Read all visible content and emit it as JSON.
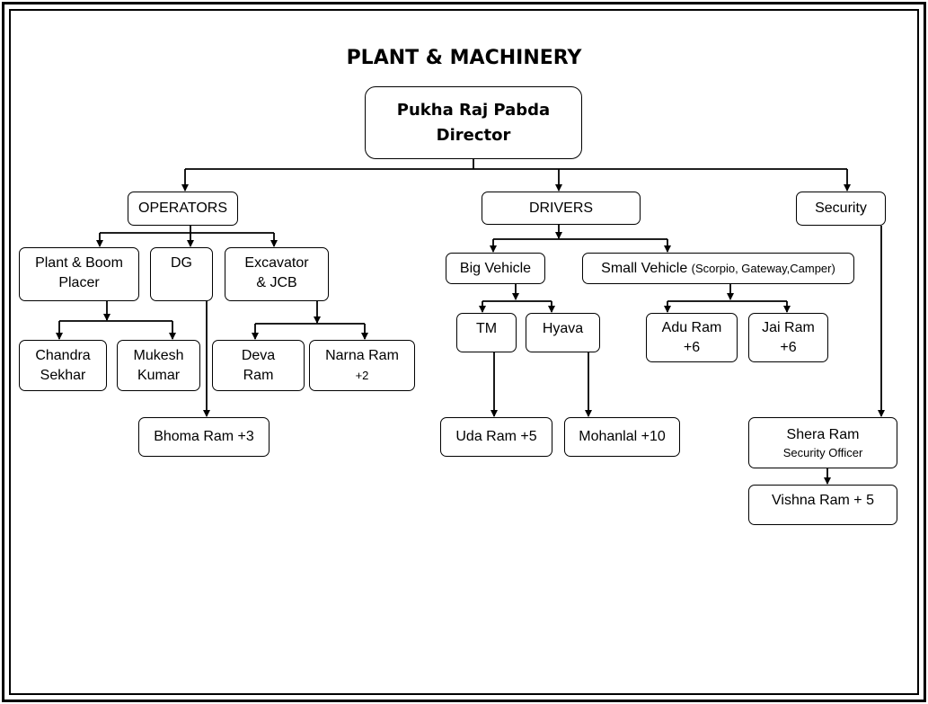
{
  "title": "PLANT & MACHINERY",
  "director": {
    "name": "Pukha Raj Pabda",
    "role": "Director"
  },
  "operators": {
    "label": "OPERATORS",
    "plant_boom": {
      "line1": "Plant & Boom",
      "line2": "Placer"
    },
    "dg": "DG",
    "excavator": {
      "line1": "Excavator",
      "line2": "& JCB"
    },
    "chandra": {
      "line1": "Chandra",
      "line2": "Sekhar"
    },
    "mukesh": {
      "line1": "Mukesh",
      "line2": "Kumar"
    },
    "deva": {
      "line1": "Deva",
      "line2": "Ram"
    },
    "narna": {
      "line1": "Narna Ram",
      "line2": "+2"
    },
    "bhoma": "Bhoma Ram +3"
  },
  "drivers": {
    "label": "DRIVERS",
    "big_vehicle": "Big Vehicle",
    "small_vehicle": {
      "main": "Small Vehicle",
      "detail": "(Scorpio, Gateway,Camper)"
    },
    "tm": "TM",
    "hyava": "Hyava",
    "adu": {
      "line1": "Adu Ram",
      "line2": "+6"
    },
    "jai": {
      "line1": "Jai Ram",
      "line2": "+6"
    },
    "uda": "Uda Ram +5",
    "mohanlal": "Mohanlal +10"
  },
  "security": {
    "label": "Security",
    "shera": {
      "name": "Shera Ram",
      "role": "Security Officer"
    },
    "vishna": "Vishna Ram + 5"
  }
}
